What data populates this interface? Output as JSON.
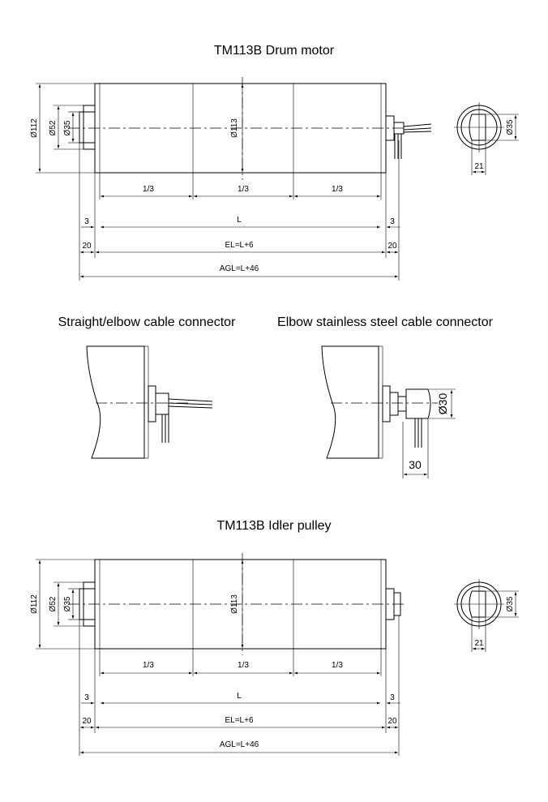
{
  "titles": {
    "drum_motor": "TM113B Drum motor",
    "straight_connector": "Straight/elbow cable connector",
    "elbow_connector": "Elbow stainless steel cable connector",
    "idler_pulley": "TM113B Idler pulley"
  },
  "dims": {
    "d112": "Ø112",
    "d52": "Ø52",
    "d35": "Ø35",
    "d113": "Ø113",
    "third": "1/3",
    "three": "3",
    "L": "L",
    "twenty": "20",
    "EL": "EL=L+6",
    "AGL": "AGL=L+46",
    "end_d35": "Ø35",
    "end_21": "21",
    "d30": "Ø30",
    "thirty": "30"
  },
  "colors": {
    "line": "#000000",
    "background": "#ffffff"
  }
}
